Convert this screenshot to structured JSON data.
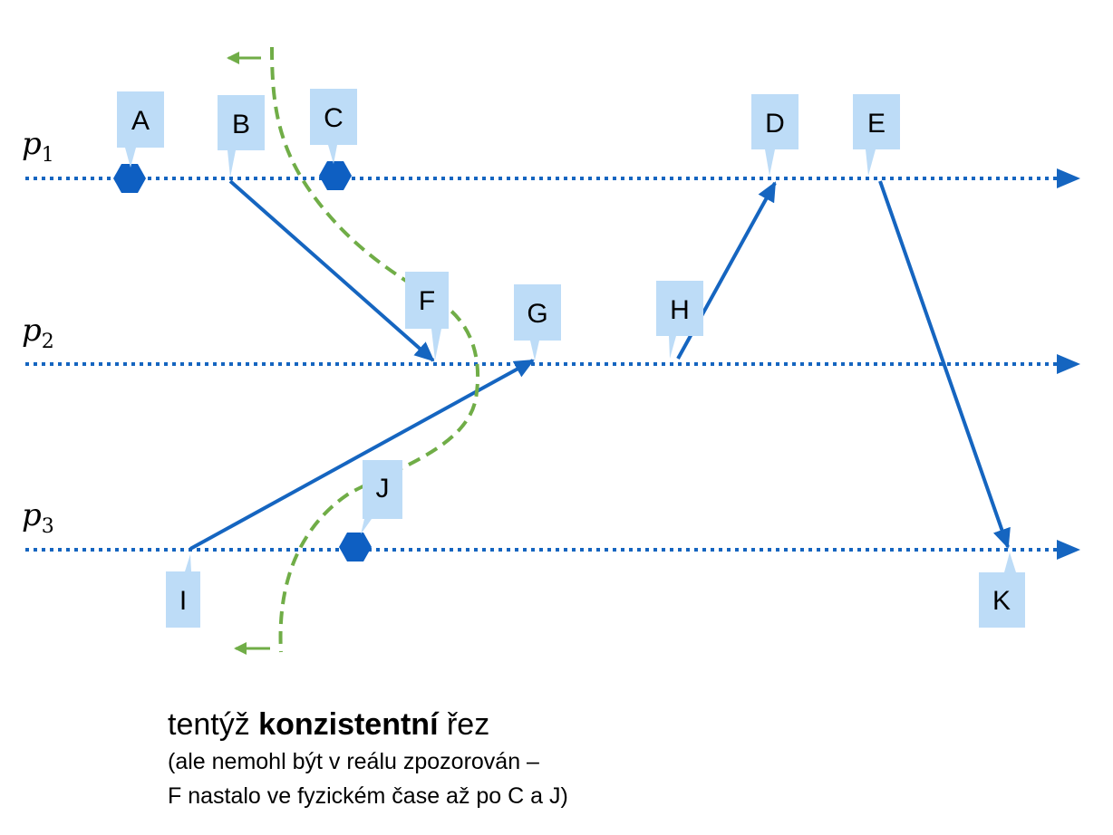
{
  "processes": [
    {
      "name": "p",
      "sub": "1"
    },
    {
      "name": "p",
      "sub": "2"
    },
    {
      "name": "p",
      "sub": "3"
    }
  ],
  "events": {
    "A": "A",
    "B": "B",
    "C": "C",
    "D": "D",
    "E": "E",
    "F": "F",
    "G": "G",
    "H": "H",
    "I": "I",
    "J": "J",
    "K": "K"
  },
  "caption": {
    "pre": "tentýž ",
    "bold": "konzistentní",
    "post": " řez",
    "line2": "(ale nemohl být v reálu zpozorován –",
    "line3": "F nastalo ve fyzickém čase až po C a J)"
  },
  "colors": {
    "timeline": "#1565C0",
    "message": "#1565C0",
    "cut": "#70AD47",
    "label_box": "#BDDCF7",
    "hexagon": "#0E5FC2"
  },
  "icons": [
    "hexagon-event-marker",
    "arrow-right",
    "arrow-left"
  ]
}
